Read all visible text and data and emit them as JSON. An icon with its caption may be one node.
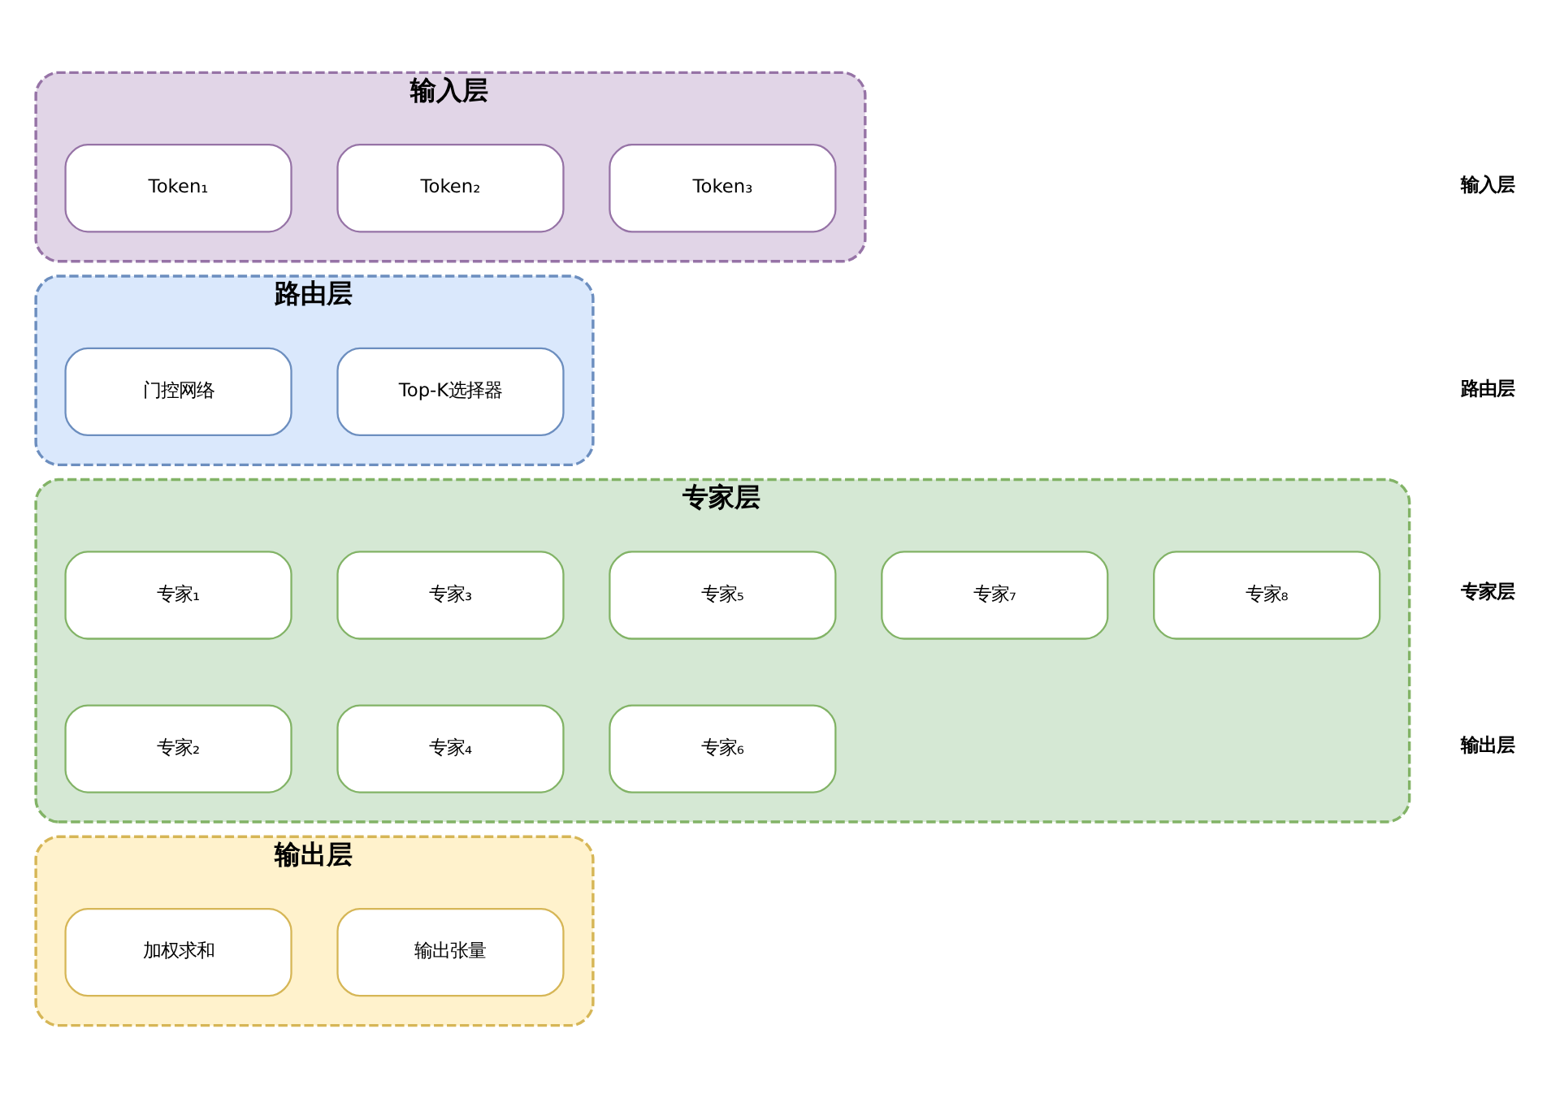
{
  "diagram": {
    "nodes": [
      {
        "text": [
          "输入层"
        ]
      },
      {
        "text": [
          "Token₁"
        ],
        "in": 0
      },
      {
        "text": [
          "Token₂"
        ],
        "in": 0
      },
      {
        "text": [
          "Token₃"
        ],
        "in": 0
      },
      {
        "text": [
          "路由层"
        ]
      },
      {
        "text": [
          "门控网络"
        ],
        "in": 4
      },
      {
        "text": [
          "Top-K选择器"
        ],
        "in": 4
      },
      {
        "text": [
          "专家层"
        ]
      },
      {
        "text": [
          "专家₁"
        ],
        "in": 7
      },
      {
        "text": [
          "专家₃"
        ],
        "in": 7
      },
      {
        "text": [
          "专家₅"
        ],
        "in": 7
      },
      {
        "text": [
          "专家₇"
        ],
        "in": 7
      },
      {
        "text": [
          "专家₈"
        ],
        "in": 7
      },
      {
        "text": [
          "专家₂"
        ],
        "in": 7
      },
      {
        "text": [
          "专家₄"
        ],
        "in": 7
      },
      {
        "text": [
          "专家₆"
        ],
        "in": 7
      },
      {
        "text": [
          "输出层"
        ]
      },
      {
        "text": [
          "加权求和"
        ],
        "in": 16
      },
      {
        "text": [
          "输出张量"
        ],
        "in": 16
      }
    ],
    "edges": [],
    "labels": [
      "输入层",
      "路由层",
      "专家层",
      "输出层"
    ]
  }
}
